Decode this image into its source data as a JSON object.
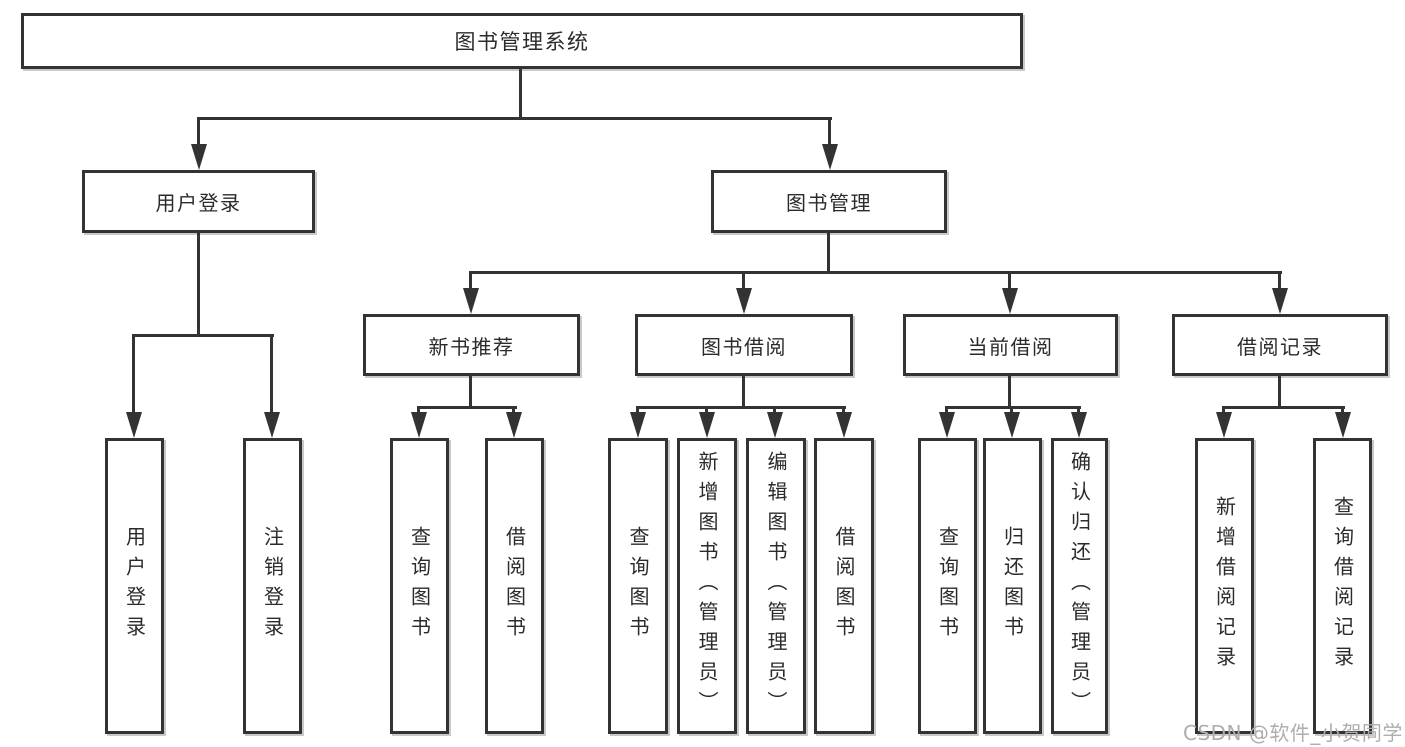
{
  "tree": {
    "root": {
      "label": "图书管理系统"
    },
    "branches": [
      {
        "label": "用户登录",
        "leaves": [
          "用户登录",
          "注销登录"
        ]
      },
      {
        "label": "图书管理",
        "groups": [
          {
            "label": "新书推荐",
            "leaves": [
              "查询图书",
              "借阅图书"
            ]
          },
          {
            "label": "图书借阅",
            "leaves": [
              "查询图书",
              "新增图书（管理员）",
              "编辑图书（管理员）",
              "借阅图书"
            ]
          },
          {
            "label": "当前借阅",
            "leaves": [
              "查询图书",
              "归还图书",
              "确认归还（管理员）"
            ]
          },
          {
            "label": "借阅记录",
            "leaves": [
              "新增借阅记录",
              "查询借阅记录"
            ]
          }
        ]
      }
    ]
  },
  "watermark": {
    "text": "CSDN @软件_小贺同学"
  },
  "colors": {
    "line": "#333333",
    "box_border": "#333333",
    "background": "#ffffff",
    "text": "#2b2b2b",
    "watermark": "#aeaeae"
  }
}
